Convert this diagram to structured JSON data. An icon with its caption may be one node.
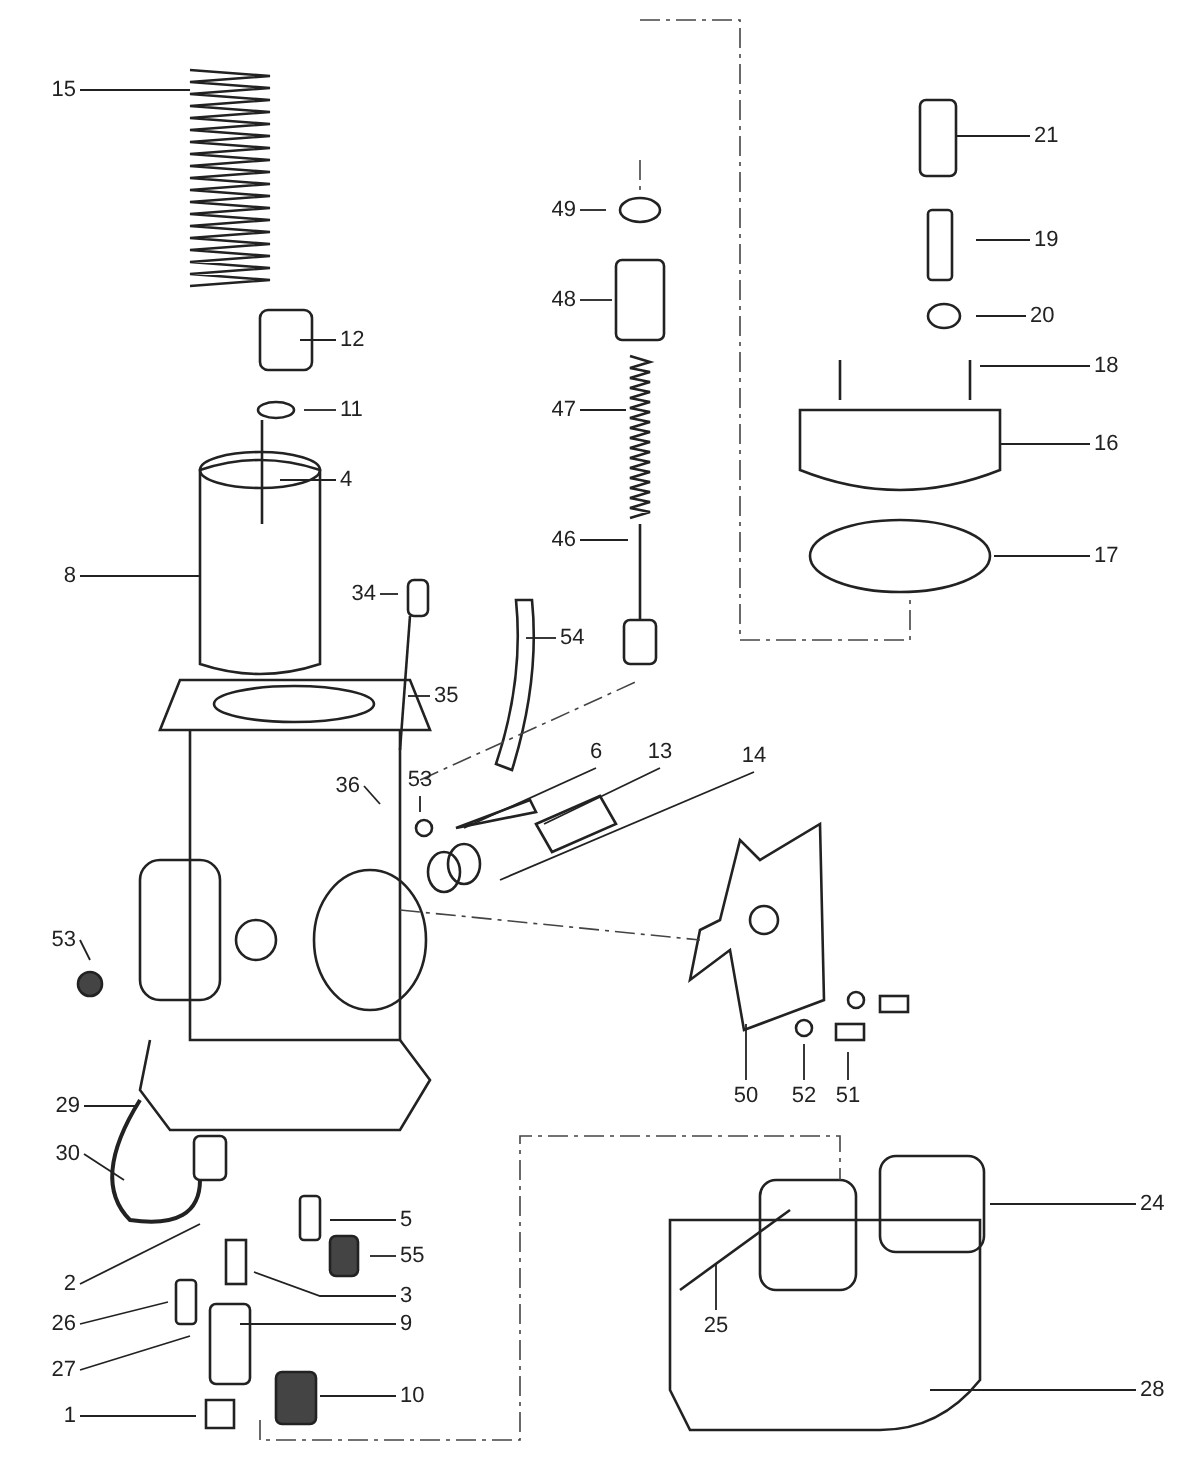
{
  "diagram": {
    "nodes": [
      {
        "text": [
          "15"
        ]
      },
      {
        "text": [
          "21"
        ]
      },
      {
        "text": [
          "49"
        ]
      },
      {
        "text": [
          "19"
        ]
      },
      {
        "text": [
          "12"
        ]
      },
      {
        "text": [
          "48"
        ]
      },
      {
        "text": [
          "20"
        ]
      },
      {
        "text": [
          "18"
        ]
      },
      {
        "text": [
          "11"
        ]
      },
      {
        "text": [
          "4"
        ]
      },
      {
        "text": [
          "47"
        ]
      },
      {
        "text": [
          "16"
        ]
      },
      {
        "text": [
          "17"
        ]
      },
      {
        "text": [
          "8"
        ]
      },
      {
        "text": [
          "46"
        ]
      },
      {
        "text": [
          "34"
        ]
      },
      {
        "text": [
          "54"
        ]
      },
      {
        "text": [
          "35"
        ]
      },
      {
        "text": [
          "53"
        ]
      },
      {
        "text": [
          "6"
        ]
      },
      {
        "text": [
          "13"
        ]
      },
      {
        "text": [
          "14"
        ]
      },
      {
        "text": [
          "36"
        ]
      },
      {
        "text": [
          "53"
        ]
      },
      {
        "text": [
          "50"
        ]
      },
      {
        "text": [
          "52"
        ]
      },
      {
        "text": [
          "51"
        ]
      },
      {
        "text": [
          "29"
        ]
      },
      {
        "text": [
          "30"
        ]
      },
      {
        "text": [
          "24"
        ]
      },
      {
        "text": [
          "5"
        ]
      },
      {
        "text": [
          "55"
        ]
      },
      {
        "text": [
          "2"
        ]
      },
      {
        "text": [
          "3"
        ]
      },
      {
        "text": [
          "26"
        ]
      },
      {
        "text": [
          "9"
        ]
      },
      {
        "text": [
          "25"
        ]
      },
      {
        "text": [
          "27"
        ]
      },
      {
        "text": [
          "28"
        ]
      },
      {
        "text": [
          "10"
        ]
      },
      {
        "text": [
          "1"
        ]
      }
    ],
    "edges": [
      {
        "from": 0,
        "to": null,
        "arrow": "none"
      },
      {
        "from": 1,
        "to": null,
        "arrow": "none"
      },
      {
        "from": 2,
        "to": null,
        "arrow": "none"
      },
      {
        "from": 3,
        "to": null,
        "arrow": "none"
      },
      {
        "from": 4,
        "to": null,
        "arrow": "none"
      },
      {
        "from": 5,
        "to": null,
        "arrow": "none"
      },
      {
        "from": 6,
        "to": null,
        "arrow": "none"
      },
      {
        "from": 7,
        "to": null,
        "arrow": "none"
      },
      {
        "from": 8,
        "to": null,
        "arrow": "none"
      },
      {
        "from": 9,
        "to": null,
        "arrow": "none"
      },
      {
        "from": 10,
        "to": null,
        "arrow": "none"
      },
      {
        "from": 11,
        "to": null,
        "arrow": "none"
      },
      {
        "from": 12,
        "to": null,
        "arrow": "none"
      },
      {
        "from": 13,
        "to": null,
        "arrow": "none"
      },
      {
        "from": 14,
        "to": null,
        "arrow": "none"
      },
      {
        "from": 15,
        "to": null,
        "arrow": "none"
      },
      {
        "from": 16,
        "to": null,
        "arrow": "none"
      },
      {
        "from": 17,
        "to": null,
        "arrow": "none"
      },
      {
        "from": 18,
        "to": null,
        "arrow": "none"
      },
      {
        "from": 19,
        "to": null,
        "arrow": "none"
      },
      {
        "from": 20,
        "to": null,
        "arrow": "none"
      },
      {
        "from": 21,
        "to": null,
        "arrow": "none"
      },
      {
        "from": 22,
        "to": null,
        "arrow": "none"
      },
      {
        "from": 23,
        "to": null,
        "arrow": "none"
      },
      {
        "from": 24,
        "to": null,
        "arrow": "none"
      },
      {
        "from": 25,
        "to": null,
        "arrow": "none"
      },
      {
        "from": 26,
        "to": null,
        "arrow": "none"
      },
      {
        "from": 27,
        "to": null,
        "arrow": "none"
      },
      {
        "from": 28,
        "to": null,
        "arrow": "none"
      },
      {
        "from": 29,
        "to": null,
        "arrow": "none"
      },
      {
        "from": 30,
        "to": null,
        "arrow": "none"
      },
      {
        "from": 31,
        "to": null,
        "arrow": "none"
      },
      {
        "from": 32,
        "to": null,
        "arrow": "none"
      },
      {
        "from": 33,
        "to": null,
        "arrow": "none"
      },
      {
        "from": 34,
        "to": null,
        "arrow": "none"
      },
      {
        "from": 35,
        "to": null,
        "arrow": "none"
      },
      {
        "from": 36,
        "to": null,
        "arrow": "none"
      },
      {
        "from": 37,
        "to": null,
        "arrow": "none"
      },
      {
        "from": 38,
        "to": null,
        "arrow": "none"
      },
      {
        "from": 39,
        "to": null,
        "arrow": "none"
      },
      {
        "from": 40,
        "to": null,
        "arrow": "none"
      }
    ]
  }
}
